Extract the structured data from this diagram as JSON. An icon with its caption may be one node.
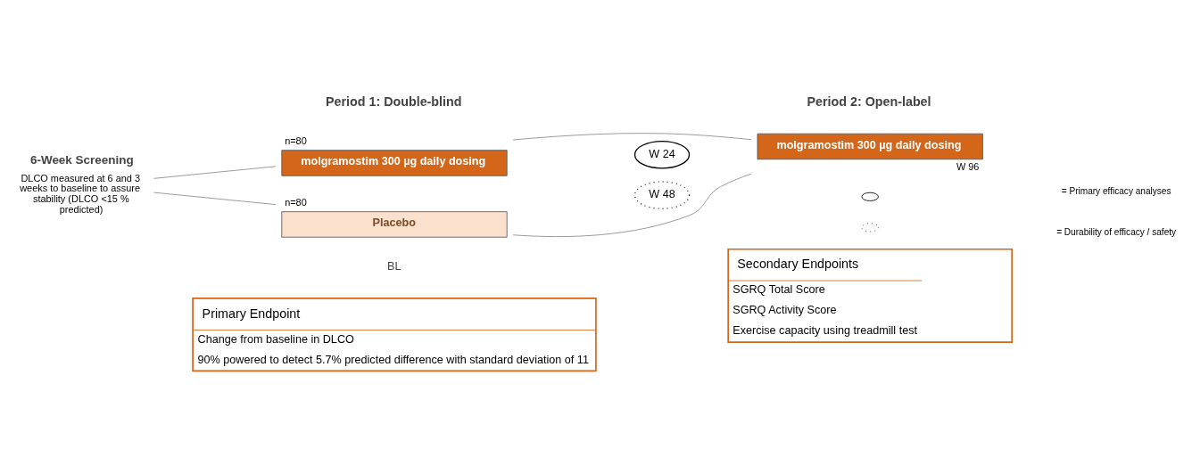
{
  "diagram": {
    "nodes": [
      {
        "text": [
          "6-Week Screening",
          "DLCO measured at 6 and 3 weeks to baseline to assure stability (DLCO <15 % predicted)"
        ]
      },
      {
        "text": [
          "molgramostim 300 µg daily dosing"
        ],
        "beside": [
          "n=80"
        ]
      },
      {
        "text": [
          "Placebo"
        ],
        "beside": [
          "n=80"
        ]
      },
      {
        "text": [
          "molgramostim 300 µg daily dosing"
        ],
        "beside": [
          "W 96"
        ]
      },
      {
        "text": [
          "W 24"
        ]
      },
      {
        "text": [
          "W 48"
        ]
      },
      {
        "text": [
          "Primary Endpoint",
          "Change from baseline in DLCO",
          "90% powered to detect 5.7% predicted difference with standard deviation of 11"
        ]
      },
      {
        "text": [
          "Secondary Endpoints",
          "SGRQ Total Score",
          "SGRQ Activity Score",
          "Exercise capacity using treadmill test"
        ]
      }
    ],
    "edges": [
      {
        "from": 0,
        "to": 1,
        "arrow": "none"
      },
      {
        "from": 0,
        "to": 2,
        "arrow": "none"
      },
      {
        "from": 1,
        "to": 3,
        "arrow": "none"
      },
      {
        "from": 2,
        "to": 3,
        "arrow": "none"
      }
    ],
    "labels": [
      "Period 1: Double-blind",
      "Period 2: Open-label",
      "BL"
    ],
    "legend": [
      {
        "text": "= Primary efficacy analyses"
      },
      {
        "text": "= Durability of efficacy / safety"
      }
    ]
  }
}
